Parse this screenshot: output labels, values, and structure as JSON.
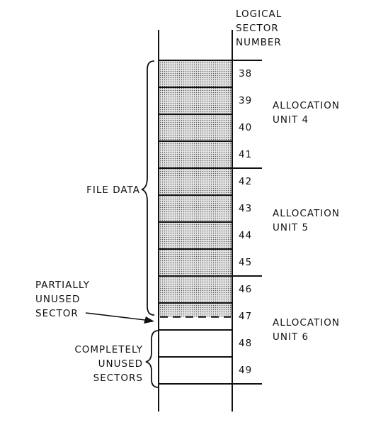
{
  "header": {
    "lines": [
      "LOGICAL",
      "SECTOR",
      "NUMBER"
    ]
  },
  "sectors": [
    {
      "number": "38",
      "state": "file-data"
    },
    {
      "number": "39",
      "state": "file-data"
    },
    {
      "number": "40",
      "state": "file-data"
    },
    {
      "number": "41",
      "state": "file-data"
    },
    {
      "number": "42",
      "state": "file-data"
    },
    {
      "number": "43",
      "state": "file-data"
    },
    {
      "number": "44",
      "state": "file-data"
    },
    {
      "number": "45",
      "state": "file-data"
    },
    {
      "number": "46",
      "state": "file-data"
    },
    {
      "number": "47",
      "state": "partially-unused"
    },
    {
      "number": "48",
      "state": "unused"
    },
    {
      "number": "49",
      "state": "unused"
    }
  ],
  "allocation_units": [
    {
      "lines": [
        "ALLOCATION",
        "UNIT 4"
      ],
      "first_sector": "38",
      "last_sector": "41"
    },
    {
      "lines": [
        "ALLOCATION",
        "UNIT 5"
      ],
      "first_sector": "42",
      "last_sector": "45"
    },
    {
      "lines": [
        "ALLOCATION",
        "UNIT 6"
      ],
      "first_sector": "46",
      "last_sector": "49"
    }
  ],
  "labels": {
    "file_data": "FILE DATA",
    "partially_unused": [
      "PARTIALLY",
      "UNUSED",
      "SECTOR"
    ],
    "completely_unused": [
      "COMPLETELY",
      "UNUSED",
      "SECTORS"
    ]
  },
  "colors": {
    "ink": "#111111",
    "fill_dots": "#555555",
    "fill_background": "#e6e6e6",
    "paper": "#ffffff"
  }
}
